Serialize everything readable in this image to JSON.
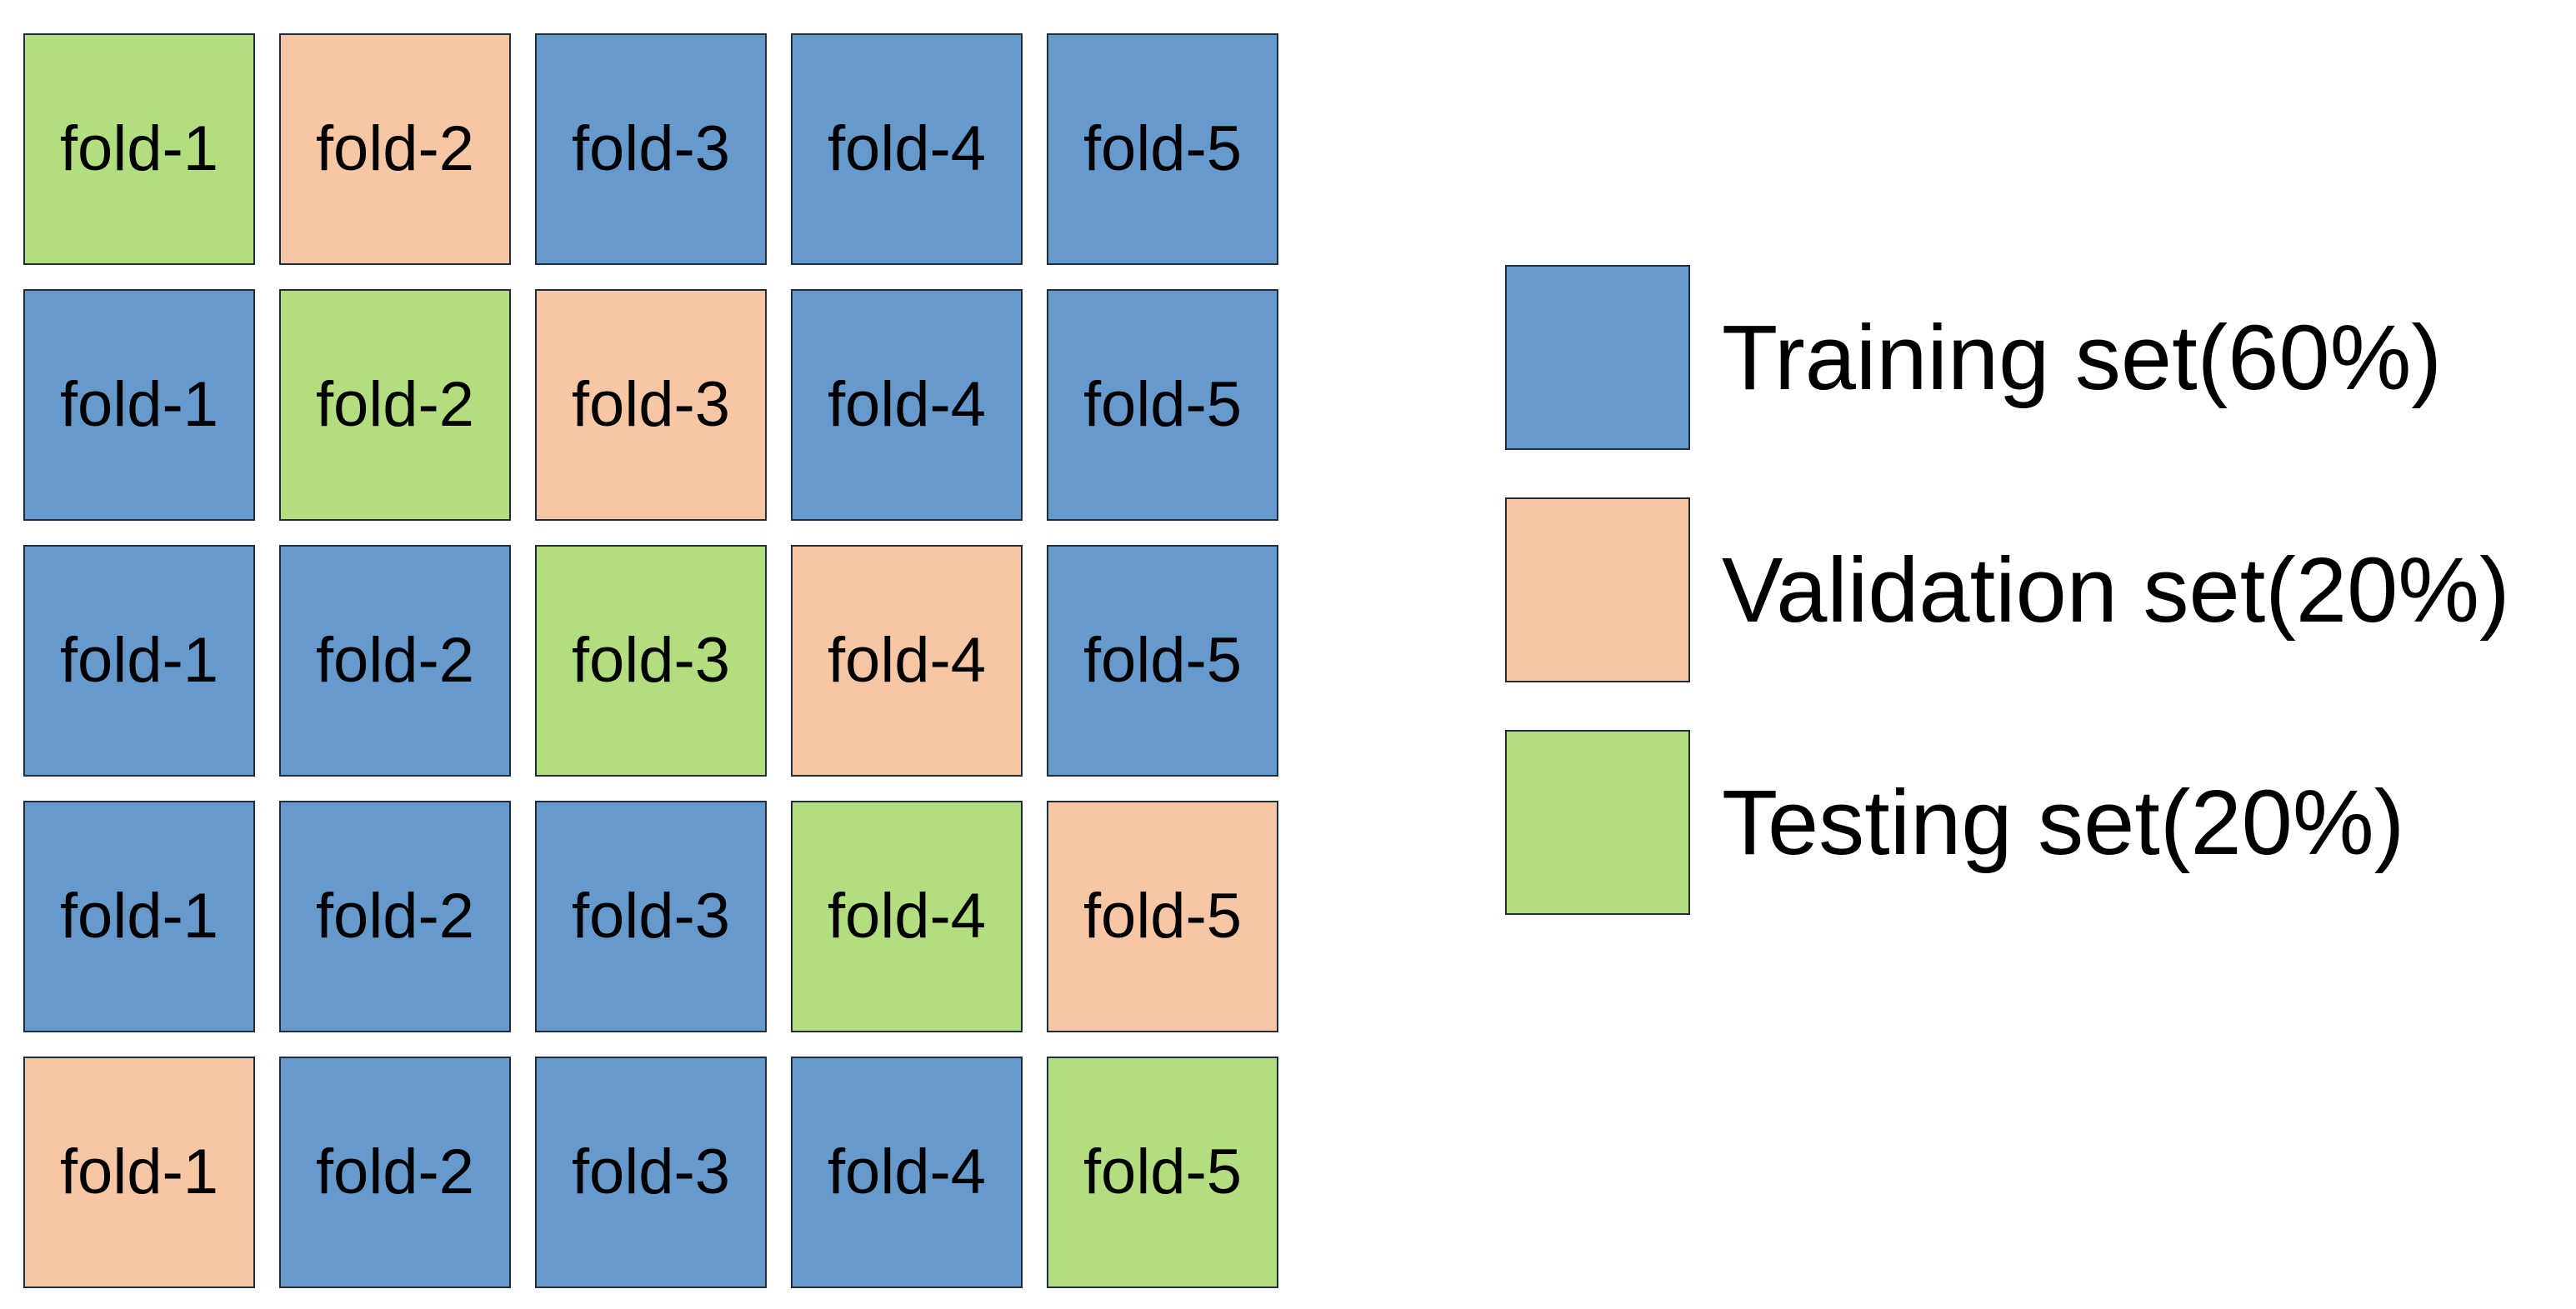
{
  "colors": {
    "training": "#6699cc",
    "validation": "#f7c6a5",
    "testing": "#b2de80"
  },
  "folds": [
    "fold-1",
    "fold-2",
    "fold-3",
    "fold-4",
    "fold-5"
  ],
  "rows": [
    [
      "testing",
      "validation",
      "training",
      "training",
      "training"
    ],
    [
      "training",
      "testing",
      "validation",
      "training",
      "training"
    ],
    [
      "training",
      "training",
      "testing",
      "validation",
      "training"
    ],
    [
      "training",
      "training",
      "training",
      "testing",
      "validation"
    ],
    [
      "validation",
      "training",
      "training",
      "training",
      "testing"
    ]
  ],
  "legend": [
    {
      "key": "training",
      "label": "Training set(60%)"
    },
    {
      "key": "validation",
      "label": "Validation set(20%)"
    },
    {
      "key": "testing",
      "label": "Testing set(20%)"
    }
  ]
}
